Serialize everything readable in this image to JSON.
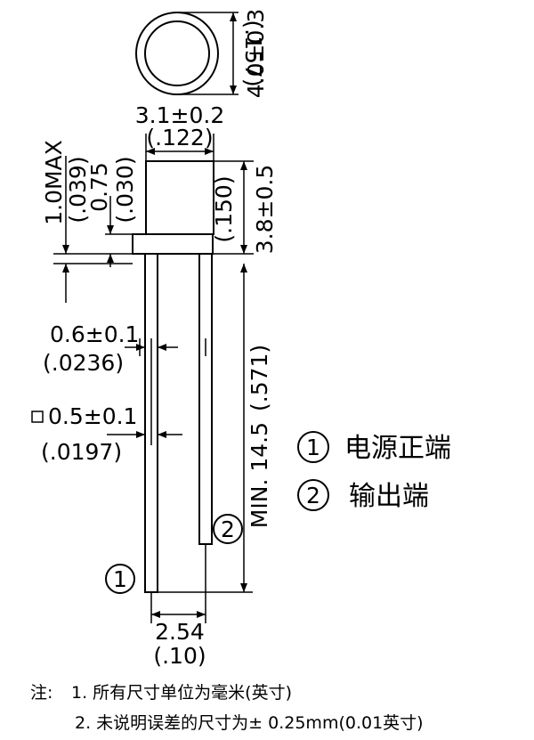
{
  "dimensions": {
    "diameter_mm": "4.0±0.3",
    "diameter_in": "(.157)",
    "body_width_mm": "3.1±0.2",
    "body_width_in": "(.122)",
    "flange_max_mm": "1.0MAX",
    "flange_max_in": "(.039)",
    "flange_mm": "0.75",
    "flange_in": "(.030)",
    "body_height_mm": "3.8±0.5",
    "body_height_in": "(.150)",
    "lead_thickness_mm": "0.6±0.1",
    "lead_thickness_in": "(.0236)",
    "lead_square_symbol": "□",
    "lead_square_mm": "0.5±0.1",
    "lead_square_in": "(.0197)",
    "lead_length_mm": "MIN. 14.5",
    "lead_length_in": "(.571)",
    "pitch_mm": "2.54",
    "pitch_in": "(.10)"
  },
  "pins": {
    "pin1_marker": "1",
    "pin2_marker": "2"
  },
  "legend": {
    "item1_marker": "1",
    "item1_label": "电源正端",
    "item2_marker": "2",
    "item2_label": "输出端"
  },
  "notes": {
    "prefix": "注:",
    "note1": "1. 所有尺寸单位为毫米(英寸)",
    "note2": "2. 未说明误差的尺寸为± 0.25mm(0.01英寸)"
  }
}
